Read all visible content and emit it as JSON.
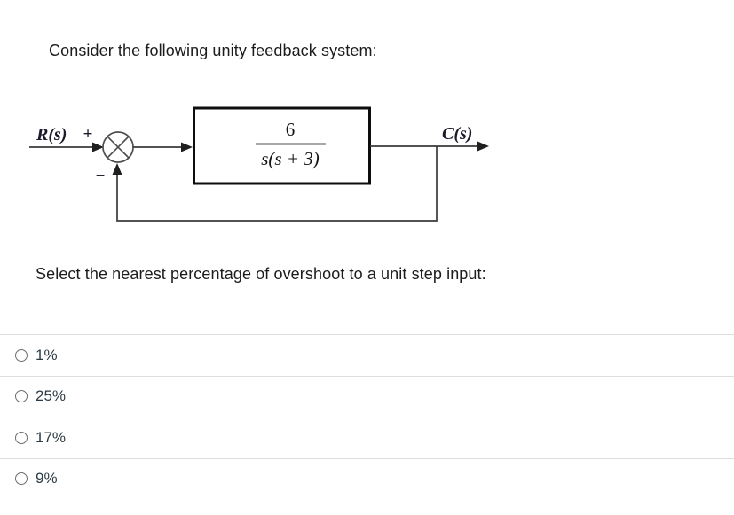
{
  "question": {
    "intro": "Consider the following unity feedback system:",
    "prompt": "Select the nearest percentage of overshoot to a unit step input:"
  },
  "diagram": {
    "input_label": "R(s)",
    "output_label": "C(s)",
    "plus_sign": "+",
    "minus_sign": "−",
    "transfer_function": {
      "numerator": "6",
      "denominator": "s(s + 3)"
    }
  },
  "options": [
    {
      "label": "1%",
      "selected": false
    },
    {
      "label": "25%",
      "selected": false
    },
    {
      "label": "17%",
      "selected": false
    },
    {
      "label": "9%",
      "selected": false
    }
  ],
  "colors": {
    "background": "#ffffff",
    "body_text": "#1c1c1c",
    "option_text": "#2d3b45",
    "divider": "#dedede",
    "diagram_line": "#3a3a3a",
    "block_border": "#0d0d0d"
  }
}
